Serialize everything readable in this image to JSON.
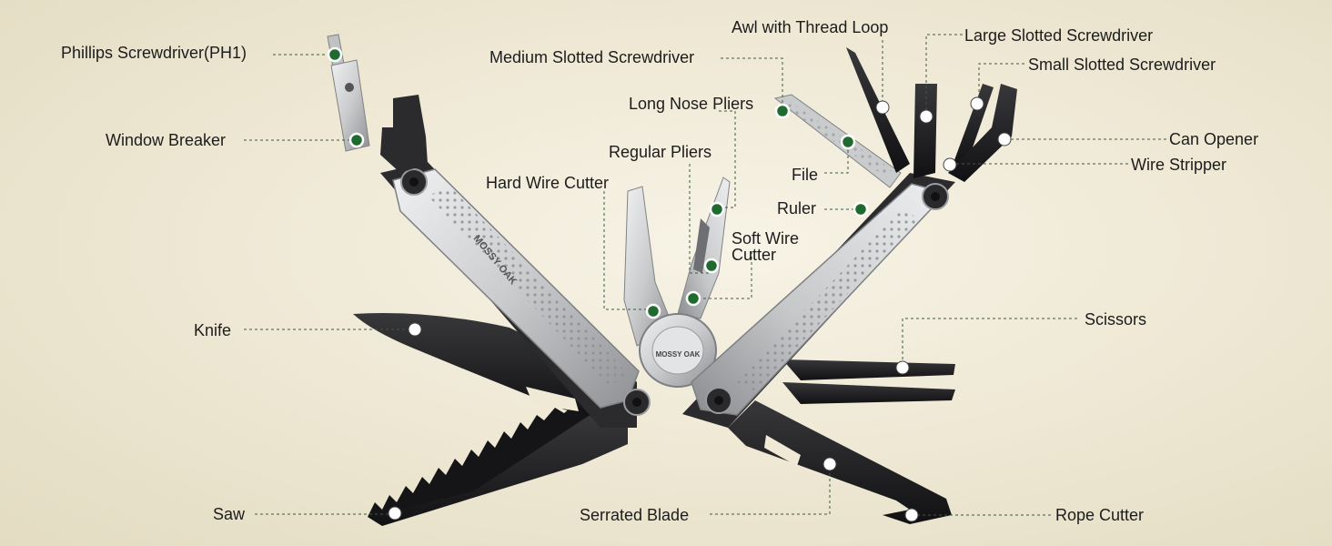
{
  "tool": {
    "brand_engraving": "MOSSY OAK"
  },
  "colors": {
    "background": "#efe9d6",
    "steel_light": "#d9dadb",
    "steel_dark": "#9a9c9e",
    "blade_black": "#1d1d1f",
    "leader_line": "#3c5a3c",
    "marker_green": "#1f6b2f",
    "marker_white": "#ffffff"
  },
  "labels": {
    "phillips": "Phillips Screwdriver(PH1)",
    "window_breaker": "Window Breaker",
    "medium_slotted": "Medium Slotted Screwdriver",
    "awl": "Awl with Thread Loop",
    "large_slotted": "Large Slotted Screwdriver",
    "small_slotted": "Small Slotted Screwdriver",
    "long_nose": "Long Nose Pliers",
    "regular_pliers": "Regular Pliers",
    "hard_wire_cutter": "Hard Wire Cutter",
    "soft_wire_cutter": "Soft Wire Cutter",
    "can_opener": "Can Opener",
    "wire_stripper": "Wire Stripper",
    "file": "File",
    "ruler": "Ruler",
    "knife": "Knife",
    "scissors": "Scissors",
    "saw": "Saw",
    "serrated_blade": "Serrated Blade",
    "rope_cutter": "Rope Cutter"
  }
}
